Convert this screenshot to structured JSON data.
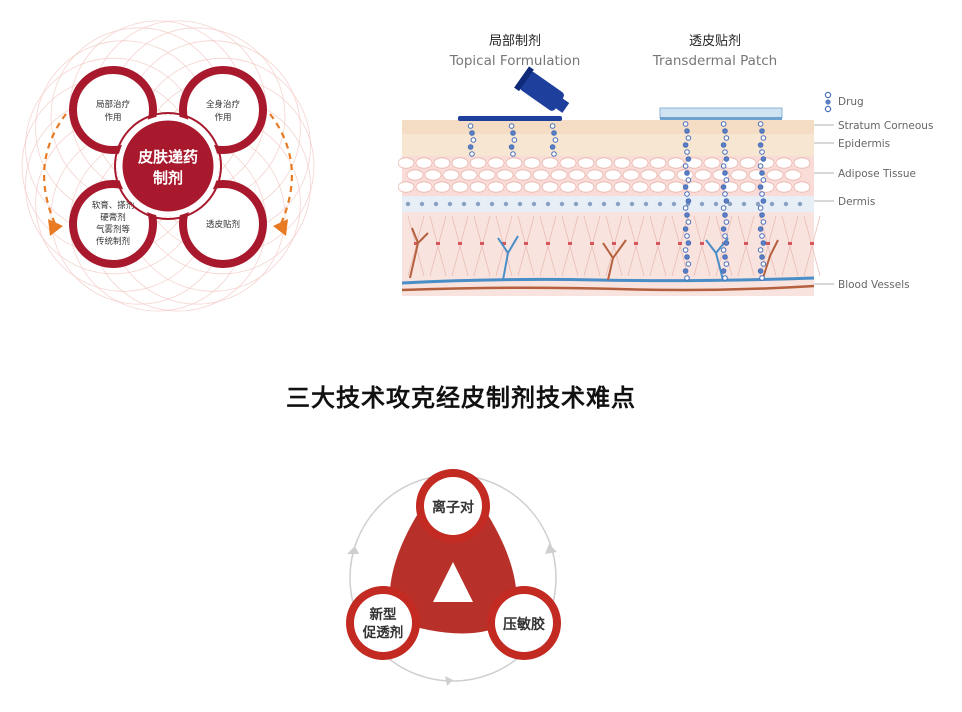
{
  "diagram1": {
    "center": [
      "皮肤递药",
      "制剂"
    ],
    "petals": [
      {
        "lines": [
          "局部治疗",
          "作用"
        ]
      },
      {
        "lines": [
          "全身治疗",
          "作用"
        ]
      },
      {
        "lines": [
          "软膏、搽剂",
          "硬膏剂",
          "气雾剂等",
          "传统制剂"
        ]
      },
      {
        "lines": [
          "透皮贴剂"
        ]
      }
    ],
    "colors": {
      "accent": "#a8192d",
      "arrow": "#e87a24",
      "ring": "#f2c9c4"
    }
  },
  "diagram2": {
    "topical_cn": "局部制剂",
    "topical_en": "Topical Formulation",
    "patch_cn": "透皮贴剂",
    "patch_en": "Transdermal  Patch",
    "layers": [
      "Stratum Corneous",
      "Epidermis",
      "Adipose Tissue",
      "Dermis",
      "Blood Vessels"
    ],
    "drug_label": "Drug",
    "colors": {
      "tube": "#1f3f9c",
      "vessel": "#4a8ec8",
      "artery": "#b5603e",
      "skin": "#f7d9d3"
    }
  },
  "headline": "三大技术攻克经皮制剂技术难点",
  "diagram3": {
    "nodes": [
      "离子对",
      [
        "新型",
        "促透剂"
      ],
      "压敏胶"
    ],
    "colors": {
      "accent": "#c22a22",
      "inner": "#b8302a"
    }
  }
}
